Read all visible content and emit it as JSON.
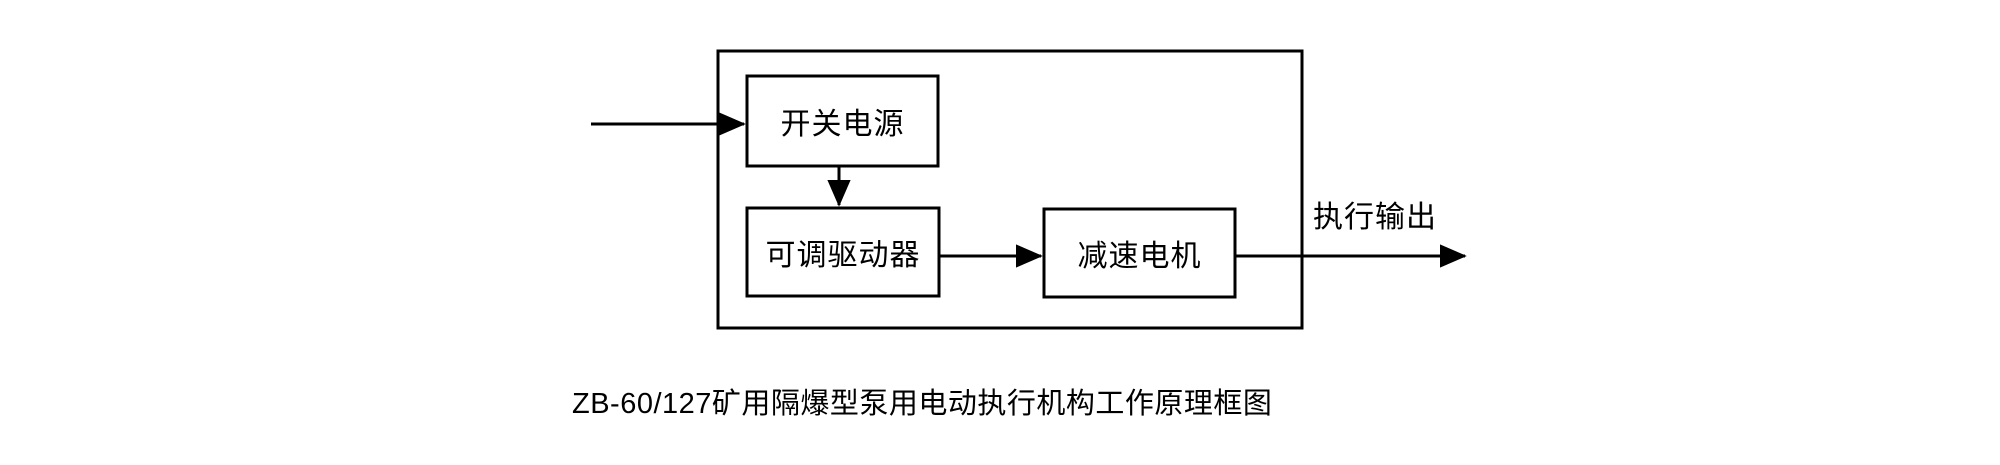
{
  "diagram": {
    "type": "block-diagram",
    "title": "ZB-60/127矿用隔爆型泵用电动执行机构工作原理框图",
    "stroke_color": "#000000",
    "background_color": "#ffffff",
    "enclosure": {
      "name": "explosion-proof-enclosure",
      "label": ""
    },
    "blocks": [
      {
        "id": "switching-power",
        "label": "开关电源"
      },
      {
        "id": "adjustable-driver",
        "label": "可调驱动器"
      },
      {
        "id": "gear-motor",
        "label": "减速电机"
      }
    ],
    "flow_labels": [
      {
        "id": "actuator-output",
        "label": "执行输出"
      }
    ],
    "connections": [
      {
        "from": "external-input",
        "to": "switching-power",
        "label": ""
      },
      {
        "from": "switching-power",
        "to": "adjustable-driver",
        "label": ""
      },
      {
        "from": "adjustable-driver",
        "to": "gear-motor",
        "label": ""
      },
      {
        "from": "gear-motor",
        "to": "actuator-output",
        "label": ""
      }
    ]
  }
}
